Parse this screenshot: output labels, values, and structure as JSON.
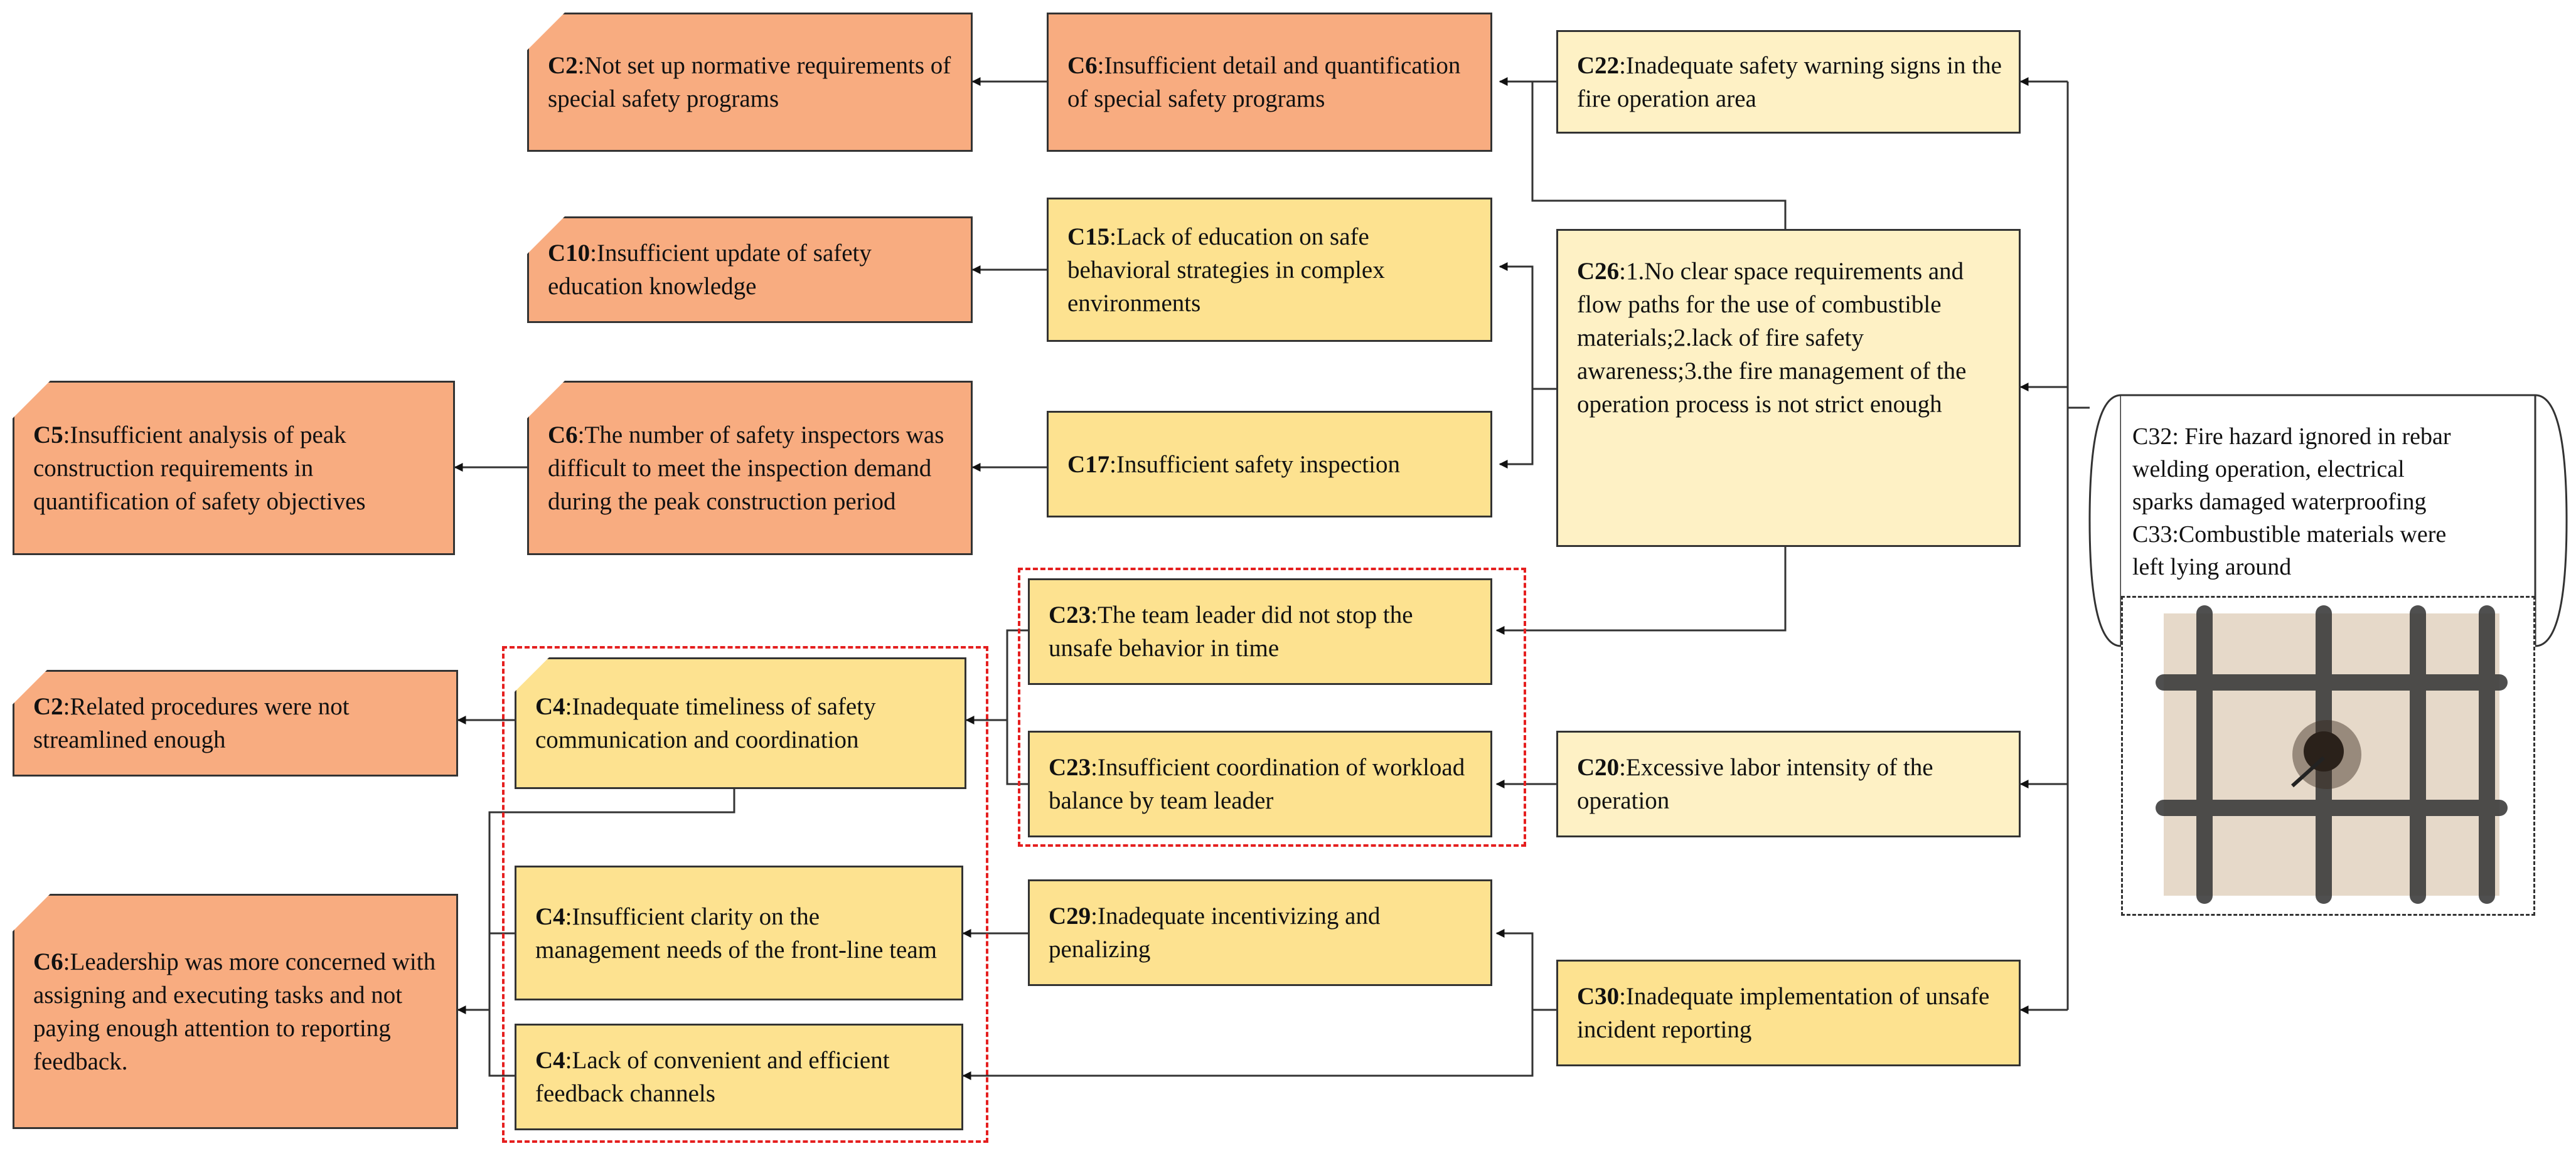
{
  "source": {
    "lines": [
      "C32: Fire hazard ignored in rebar",
      "welding operation, electrical",
      "sparks damaged waterproofing",
      "C33:Combustible materials were",
      "left lying around"
    ],
    "image": "rebar-welding-photo"
  },
  "nodes": [
    {
      "id": "c22",
      "code": "C22",
      "text": ":Inadequate safety warning signs in the fire operation area",
      "fill": "#fef1c5"
    },
    {
      "id": "c26",
      "code": "C26",
      "text": ":1.No clear space requirements and flow paths for the use of combustible materials;2.lack of fire safety awareness;3.the fire management of the operation process is not strict enough",
      "fill": "#fef1c5"
    },
    {
      "id": "c20",
      "code": "C20",
      "text": ":Excessive labor intensity of the operation",
      "fill": "#fef1c5"
    },
    {
      "id": "c30",
      "code": "C30",
      "text": ":Inadequate implementation of unsafe incident reporting",
      "fill": "#fde290"
    },
    {
      "id": "c6a",
      "code": "C6",
      "text": ":Insufficient detail and quantification of special safety programs",
      "fill": "#f8ac80"
    },
    {
      "id": "c15",
      "code": "C15",
      "text": ":Lack of education on safe behavioral strategies in complex environments",
      "fill": "#fde290"
    },
    {
      "id": "c17",
      "code": "C17",
      "text": ":Insufficient safety inspection",
      "fill": "#fde290"
    },
    {
      "id": "c23a",
      "code": "C23",
      "text": ":The team leader did not stop the unsafe behavior in time",
      "fill": "#fde290"
    },
    {
      "id": "c23b",
      "code": "C23",
      "text": ":Insufficient coordination of workload balance by team leader",
      "fill": "#fde290"
    },
    {
      "id": "c29",
      "code": "C29",
      "text": ":Inadequate incentivizing and penalizing",
      "fill": "#fde290"
    },
    {
      "id": "c2a",
      "code": "C2",
      "text": ":Not set up normative requirements of special safety programs",
      "fill": "#f8ac80"
    },
    {
      "id": "c10",
      "code": "C10",
      "text": ":Insufficient update of safety education knowledge",
      "fill": "#f8ac80"
    },
    {
      "id": "c6b",
      "code": "C6",
      "text": ":The number of safety inspectors was difficult to meet the inspection demand during the peak construction period",
      "fill": "#f8ac80"
    },
    {
      "id": "c4a",
      "code": "C4",
      "text": ":Inadequate timeliness of safety communication and coordination",
      "fill": "#fde290"
    },
    {
      "id": "c4b",
      "code": "C4",
      "text": ":Insufficient clarity on the management needs of the front-line team",
      "fill": "#fde290"
    },
    {
      "id": "c4c",
      "code": "C4",
      "text": ":Lack of convenient and efficient feedback channels",
      "fill": "#fde290"
    },
    {
      "id": "c5",
      "code": "C5",
      "text": ":Insufficient analysis of peak construction requirements in quantification of safety objectives",
      "fill": "#f8ac80"
    },
    {
      "id": "c2b",
      "code": "C2",
      "text": ":Related procedures were not streamlined enough",
      "fill": "#f8ac80"
    },
    {
      "id": "c6c",
      "code": "C6",
      "text": ":Leadership was more concerned with assigning and executing tasks and not paying enough attention to reporting feedback.",
      "fill": "#f8ac80"
    }
  ],
  "edges": [
    {
      "from": "source",
      "to": "c22"
    },
    {
      "from": "source",
      "to": "c26"
    },
    {
      "from": "source",
      "to": "c20"
    },
    {
      "from": "source",
      "to": "c30"
    },
    {
      "from": "c22",
      "to": "c6a"
    },
    {
      "from": "c26",
      "to": "c6a"
    },
    {
      "from": "c26",
      "to": "c15"
    },
    {
      "from": "c26",
      "to": "c17"
    },
    {
      "from": "c26",
      "to": "c23a"
    },
    {
      "from": "c20",
      "to": "c23b"
    },
    {
      "from": "c30",
      "to": "c29"
    },
    {
      "from": "c30",
      "to": "c4c"
    },
    {
      "from": "c6a",
      "to": "c2a"
    },
    {
      "from": "c15",
      "to": "c10"
    },
    {
      "from": "c17",
      "to": "c6b"
    },
    {
      "from": "c6b",
      "to": "c5"
    },
    {
      "from": "c23a",
      "to": "c4a"
    },
    {
      "from": "c23b",
      "to": "c4a"
    },
    {
      "from": "c29",
      "to": "c4b"
    },
    {
      "from": "c4a",
      "to": "c2b"
    },
    {
      "from": "c4a",
      "to": "c6c"
    },
    {
      "from": "c4b",
      "to": "c6c"
    },
    {
      "from": "c4c",
      "to": "c6c"
    }
  ],
  "groups": [
    {
      "id": "team-leader-group",
      "members": [
        "c23a",
        "c23b"
      ],
      "style": "red-dashed"
    },
    {
      "id": "c4-group",
      "members": [
        "c4a",
        "c4b",
        "c4c"
      ],
      "style": "red-dashed"
    }
  ]
}
